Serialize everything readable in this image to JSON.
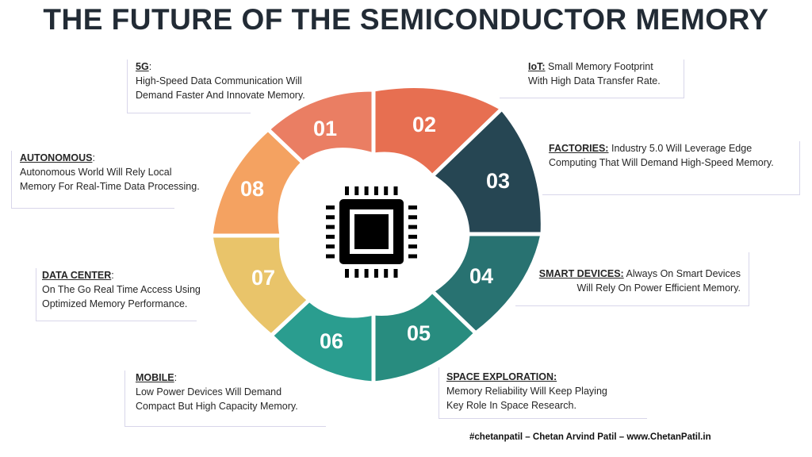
{
  "title": "THE FUTURE OF THE SEMICONDUCTOR MEMORY",
  "segments": [
    {
      "number": "01",
      "color": "#E76F51",
      "heading": "5G",
      "text_lines": [
        "High-Speed Data Communication Will",
        "Demand Faster And Innovate Memory."
      ]
    },
    {
      "number": "02",
      "color": "#264653",
      "heading": "IoT:",
      "text_lines": [
        "Small Memory Footprint",
        "With High Data Transfer Rate."
      ]
    },
    {
      "number": "03",
      "color": "#287271",
      "heading": "FACTORIES:",
      "text_lines": [
        "Industry 5.0 Will Leverage Edge",
        "Computing That Will Demand High-Speed Memory."
      ]
    },
    {
      "number": "04",
      "color": "#288C7F",
      "heading": "SMART DEVICES:",
      "text_lines": [
        "Always On Smart Devices",
        "Will Rely On Power Efficient Memory."
      ]
    },
    {
      "number": "05",
      "color": "#2A9D8F",
      "heading": "SPACE EXPLORATION:",
      "text_lines": [
        "Memory Reliability Will Keep Playing",
        "Key Role In Space Research."
      ]
    },
    {
      "number": "06",
      "color": "#E9C46A",
      "heading": "MOBILE",
      "text_lines": [
        "Low Power Devices Will Demand",
        "Compact But High Capacity Memory."
      ]
    },
    {
      "number": "07",
      "color": "#F4A261",
      "heading": "DATA CENTER",
      "text_lines": [
        "On The Go Real Time Access Using",
        "Optimized Memory Performance."
      ]
    },
    {
      "number": "08",
      "color": "#EA7E63",
      "heading": "AUTONOMOUS",
      "text_lines": [
        "Autonomous World Will Rely Local",
        "Memory For Real-Time Data Processing."
      ]
    }
  ],
  "center_icon": "cpu-chip-icon",
  "footer": "#chetanpatil – Chetan Arvind Patil – www.ChetanPatil.in"
}
